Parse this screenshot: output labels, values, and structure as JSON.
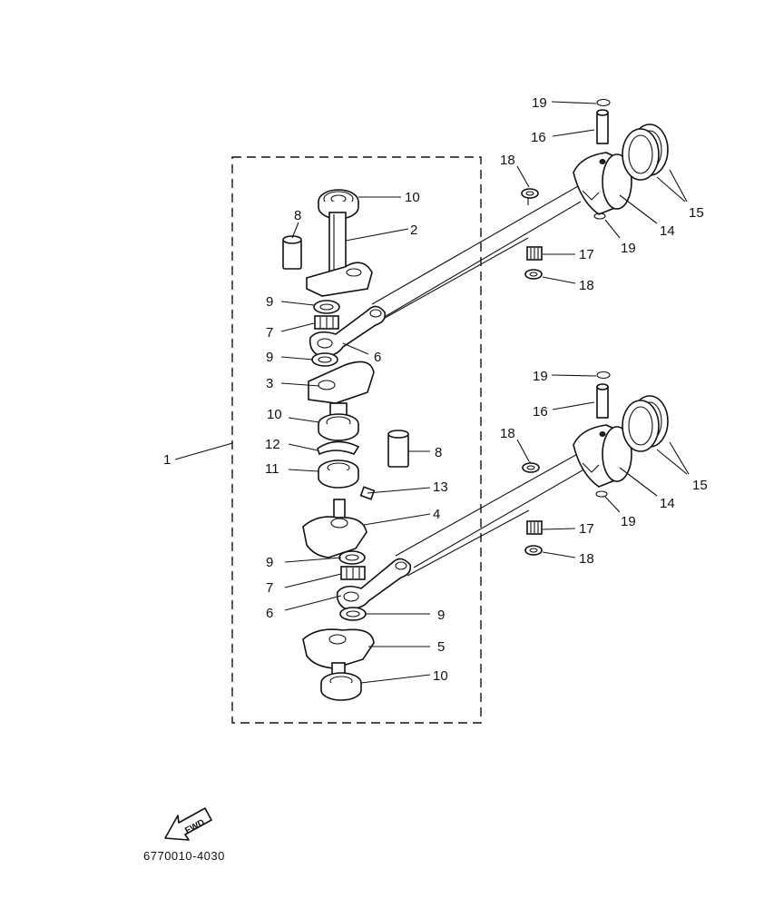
{
  "diagram": {
    "figure_code": "6770010-4030",
    "forward_badge": "FWD",
    "callouts": {
      "c1": "1",
      "c2": "2",
      "c3": "3",
      "c4": "4",
      "c5": "5",
      "c6a": "6",
      "c6b": "6",
      "c7a": "7",
      "c7b": "7",
      "c8a": "8",
      "c8b": "8",
      "c9a": "9",
      "c9b": "9",
      "c9c": "9",
      "c9d": "9",
      "c10a": "10",
      "c10b": "10",
      "c10c": "10",
      "c11": "11",
      "c12": "12",
      "c13": "13",
      "c14a": "14",
      "c14b": "14",
      "c15a": "15",
      "c15b": "15",
      "c16a": "16",
      "c16b": "16",
      "c17a": "17",
      "c17b": "17",
      "c18a": "18",
      "c18b": "18",
      "c18c": "18",
      "c18d": "18",
      "c19a": "19",
      "c19b": "19",
      "c19c": "19",
      "c19d": "19"
    }
  }
}
